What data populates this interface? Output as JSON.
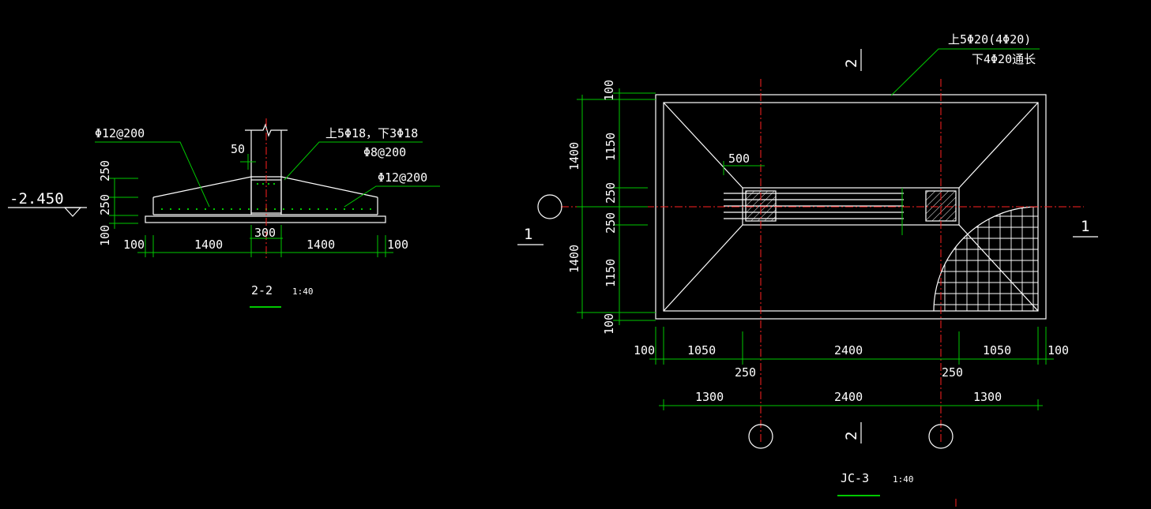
{
  "section_view": {
    "elevation": "-2.450",
    "top_dim": "50",
    "rebar_left": "Φ12@200",
    "rebar_column": "上5Φ18，下3Φ18",
    "stirrup": "Φ8@200",
    "rebar_right": "Φ12@200",
    "vdims": [
      "250",
      "250",
      "100"
    ],
    "hdims": [
      "100",
      "1400",
      "300",
      "1400",
      "100"
    ],
    "title": "2-2",
    "scale": "1:40"
  },
  "plan_view": {
    "beam_note_top": "上5Φ20(4Φ20)",
    "beam_note_bottom": "下4Φ20通长",
    "dim_500": "500",
    "left_dims_outer": [
      "1400",
      "1400"
    ],
    "left_dims_inner": [
      "100",
      "1150",
      "250",
      "250",
      "1150",
      "100"
    ],
    "bottom_row1": [
      "100",
      "1050",
      "2400",
      "1050",
      "100"
    ],
    "bottom_row1b": [
      "250",
      "250"
    ],
    "bottom_row2": [
      "1300",
      "2400",
      "1300"
    ],
    "section_mark_1": "1",
    "section_mark_2": "2",
    "title": "JC-3",
    "scale": "1:40"
  }
}
